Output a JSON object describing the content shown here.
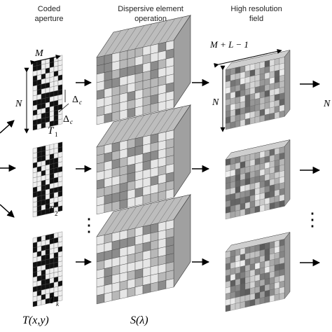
{
  "headers": {
    "coded_aperture_l1": "Coded",
    "coded_aperture_l2": "aperture",
    "dispersive_l1": "Dispersive element",
    "dispersive_l2": "operation",
    "highres_l1": "High resolution",
    "highres_l2": "field"
  },
  "labels": {
    "M": "M",
    "N": "N",
    "delta": "Δ",
    "delta_sub": "c",
    "T": "T",
    "T1_sub": "1",
    "T2_sub": "2",
    "Tk_sub": "k",
    "T_xy": "T(x,y)",
    "S_lambda": "S(λ)",
    "M_L_1": "M + L − 1",
    "N_field": "N",
    "N_cut": "N",
    "ellipsis": "⋮"
  },
  "colors": {
    "ink": "#000000",
    "header": "#222222",
    "mask_dark": "#111111",
    "mask_light": "#eeeeee",
    "cube_front_dark": "#8c8c8c",
    "cube_front_light": "#e6e6e6",
    "cube_top": "#bdbdbd",
    "cube_side": "#a0a0a0"
  }
}
